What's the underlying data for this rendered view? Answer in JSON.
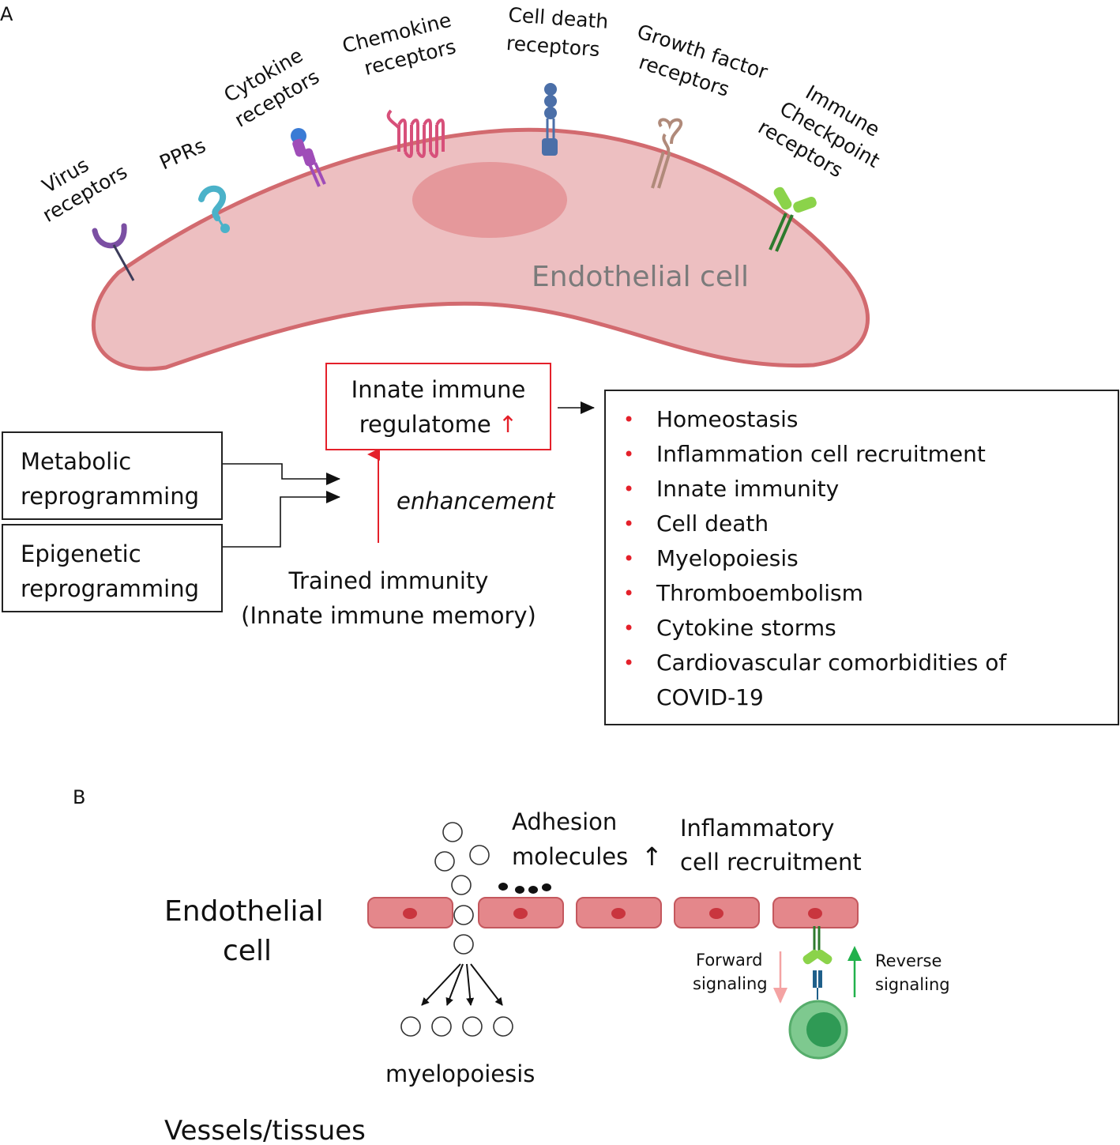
{
  "panel_a": {
    "label": "A",
    "cell_label": "Endothelial cell",
    "receptors": [
      {
        "name": "virus",
        "lines": [
          "Virus",
          "receptors"
        ]
      },
      {
        "name": "pprs",
        "lines": [
          "PPRs"
        ]
      },
      {
        "name": "cytokine",
        "lines": [
          "Cytokine",
          "receptors"
        ]
      },
      {
        "name": "chemokine",
        "lines": [
          "Chemokine",
          "receptors"
        ]
      },
      {
        "name": "cell-death",
        "lines": [
          "Cell death",
          "receptors"
        ]
      },
      {
        "name": "growth-factor",
        "lines": [
          "Growth factor",
          "receptors"
        ]
      },
      {
        "name": "immune-checkpoint",
        "lines": [
          "Immune",
          "Checkpoint",
          "receptors"
        ]
      }
    ],
    "regulatome": {
      "line1": "Innate immune",
      "line2": "regulatome",
      "up_arrow": "↑"
    },
    "metabolic": {
      "line1": "Metabolic",
      "line2": "reprogramming"
    },
    "epigenetic": {
      "line1": "Epigenetic",
      "line2": "reprogramming"
    },
    "enhancement": "enhancement",
    "trained_immunity": {
      "line1": "Trained immunity",
      "line2": "(Innate immune memory)"
    },
    "outcomes": [
      "Homeostasis",
      "Inflammation cell recruitment",
      "Innate immunity",
      "Cell death",
      "Myelopoiesis",
      "Thromboembolism",
      "Cytokine storms",
      "Cardiovascular comorbidities of",
      "COVID-19"
    ],
    "bullet": "•"
  },
  "panel_b": {
    "label": "B",
    "endothelial": {
      "line1": "Endothelial",
      "line2": "cell"
    },
    "adhesion": {
      "line1": "Adhesion",
      "line2": "molecules",
      "up_arrow": "↑"
    },
    "inflammatory": {
      "line1": "Inflammatory",
      "line2": "cell recruitment"
    },
    "forward": {
      "line1": "Forward",
      "line2": "signaling"
    },
    "reverse": {
      "line1": "Reverse",
      "line2": "signaling"
    },
    "myelopoiesis": "myelopoiesis",
    "vessels": "Vessels/tissues"
  },
  "colors": {
    "cell_fill": "#edbfc1",
    "cell_stroke": "#d26a6f",
    "nucleus": "#e5989b",
    "label_gray": "#7b7b7b",
    "accent_red": "#e4202a",
    "ec_fill": "#e4878b",
    "ec_nucleus": "#c9353e",
    "green_arrow": "#22b14c",
    "pink_arrow": "#f4a3a3",
    "immune_cell": "#7ec98f"
  }
}
